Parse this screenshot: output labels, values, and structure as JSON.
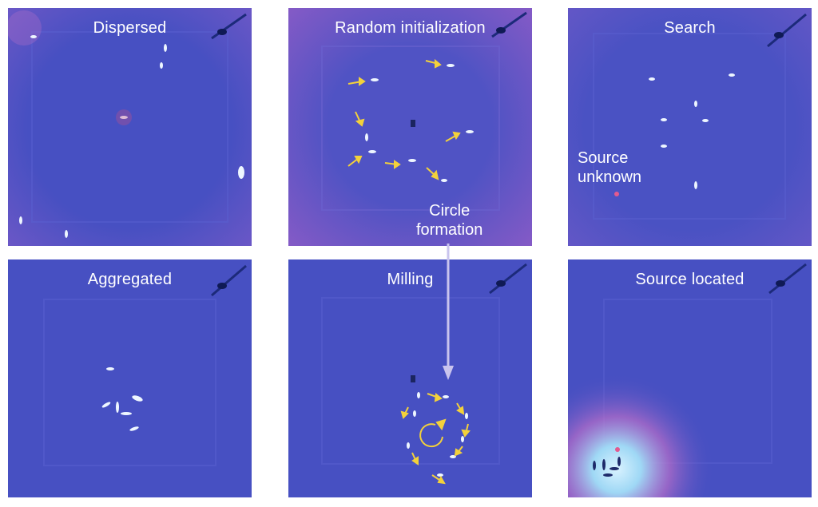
{
  "panels": {
    "dispersed": {
      "title": "Dispersed"
    },
    "random": {
      "title": "Random initialization",
      "annotation_line1": "Circle",
      "annotation_line2": "formation"
    },
    "search": {
      "title": "Search",
      "annotation_line1": "Source",
      "annotation_line2": "unknown"
    },
    "aggregated": {
      "title": "Aggregated"
    },
    "milling": {
      "title": "Milling"
    },
    "located": {
      "title": "Source located"
    }
  },
  "colors": {
    "tank": "#4750c2",
    "tank_edge": "#8a5ccc",
    "arrow": "#f3d13b",
    "fish": "#e8f3ff",
    "connector": "#c9c4ee"
  }
}
